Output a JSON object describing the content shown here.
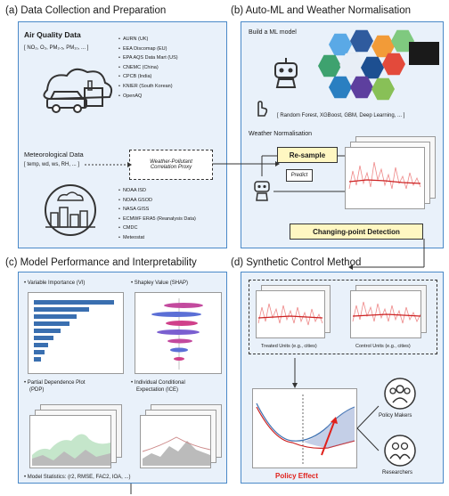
{
  "sections": {
    "a": {
      "title": "(a) Data Collection and Preparation",
      "aq_label": "Air Quality Data",
      "aq_vars": "[ NO₂, O₃, PM₂.₅, PM₁₀, ... ]",
      "aq_sources": [
        "AURN (UK)",
        "EEA Discomap (EU)",
        "EPA AQS Data Mart (US)",
        "CNEMC (China)",
        "CPCB (India)",
        "KNIER (South Korean)",
        "OpenAQ"
      ],
      "met_label": "Meteorological Data",
      "met_vars": "[ temp, wd, ws, RH, ... ]",
      "proxy_line1": "Weather-Pollutant",
      "proxy_line2": "Correlation Proxy",
      "met_sources": [
        "NOAA ISD",
        "NOAA GSOD",
        "NASA GISS",
        "ECMWF ERA5 (Reanalysis Data)",
        "CMDC",
        "Meteostat"
      ]
    },
    "b": {
      "title": "(b) Auto-ML and Weather Normalisation",
      "build_label": "Build a ML model",
      "models": "[ Random Forest, XGBoost, GBM, Deep Learning, ... ]",
      "wn_label": "Weather Normalisation",
      "resample": "Re-sample",
      "predict": "Predict",
      "cpd": "Changing-point Detection"
    },
    "c": {
      "title": "(c) Model Performance and Interpretability",
      "vi": "Variable Importance (VI)",
      "shap": "Shapley Value (SHAP)",
      "pdp_line1": "Partial Dependence Plot",
      "pdp_line2": "(PDP)",
      "ice_line1": "Individual Conditional",
      "ice_line2": "Expectation (ICE)",
      "stats": "Model Statistics: (r2, RMSE, FAC2, IOA, ...)"
    },
    "d": {
      "title": "(d) Synthetic Control Method",
      "treated": "Treated Units (e.g., cities)",
      "control": "Control Units (e.g., cities)",
      "policy_effect": "Policy Effect",
      "policy_makers": "Policy Makers",
      "researchers": "Researchers"
    }
  },
  "colors": {
    "panel_border": "#4a89c8",
    "panel_fill": "#e9f1fa",
    "highlight": "#fff7c2",
    "accent_red": "#e0201b"
  }
}
